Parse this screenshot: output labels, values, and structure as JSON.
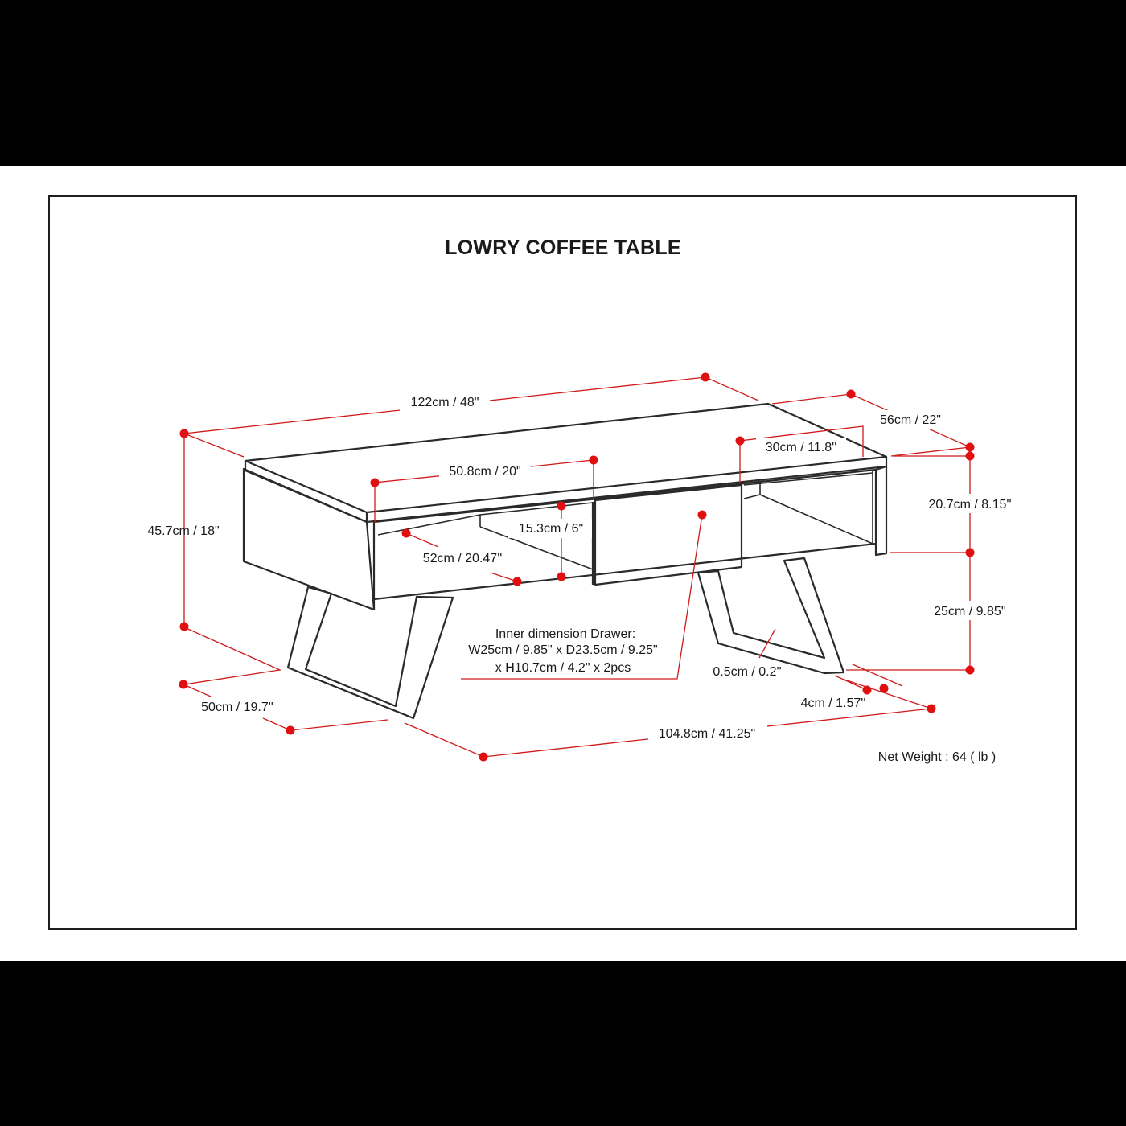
{
  "title": "LOWRY COFFEE TABLE",
  "colors": {
    "dimension": "#d01b1b",
    "outline": "#2a2a2a",
    "background": "#ffffff",
    "border": "#000000"
  },
  "dimensions": {
    "top_length": "122cm / 48\"",
    "depth": "56cm / 22\"",
    "drawer_width": "30cm / 11.8''",
    "height": "45.7cm / 18\"",
    "shelf_width": "50.8cm / 20\"",
    "shelf_height": "15.3cm / 6\"",
    "shelf_depth": "52cm / 20.47''",
    "cabinet_height": "20.7cm / 8.15''",
    "leg_height": "25cm / 9.85''",
    "leg_thickness": "0.5cm / 0.2''",
    "leg_width": "4cm / 1.57''",
    "base_depth": "50cm / 19.7''",
    "base_length": "104.8cm / 41.25\""
  },
  "drawer_note": [
    "Inner dimension Drawer:",
    "W25cm / 9.85\" x D23.5cm / 9.25\"",
    "x H10.7cm / 4.2\" x 2pcs"
  ],
  "net_weight": "Net Weight : 64 ( lb )"
}
